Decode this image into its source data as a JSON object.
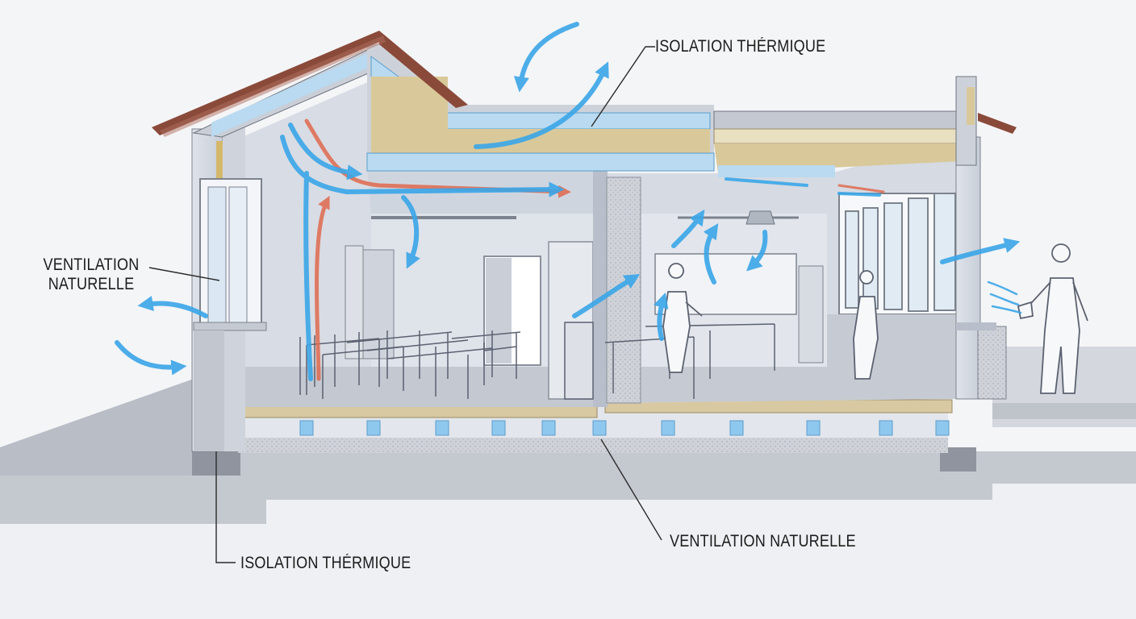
{
  "labels": {
    "isolation_top": "ISOLATION THÉRMIQUE",
    "ventilation_left_line1": "VENTILATION",
    "ventilation_left_line2": "NATURELLE",
    "ventilation_bottom": "VENTILATION NATURELLE",
    "isolation_bottom": "ISOLATION THÉRMIQUE"
  },
  "colors": {
    "fresh_air": "#3aa6e8",
    "warm_air": "#e06a4e",
    "insulation": "#d9c99a",
    "insulation_blue": "#b9daf0",
    "concrete": "#c9ccd3",
    "roof_tile": "#8a4a3a"
  },
  "icons": {
    "airflow_in": "curved-arrow-icon",
    "airflow_out": "arrow-icon",
    "person": "worker-figure-icon"
  }
}
